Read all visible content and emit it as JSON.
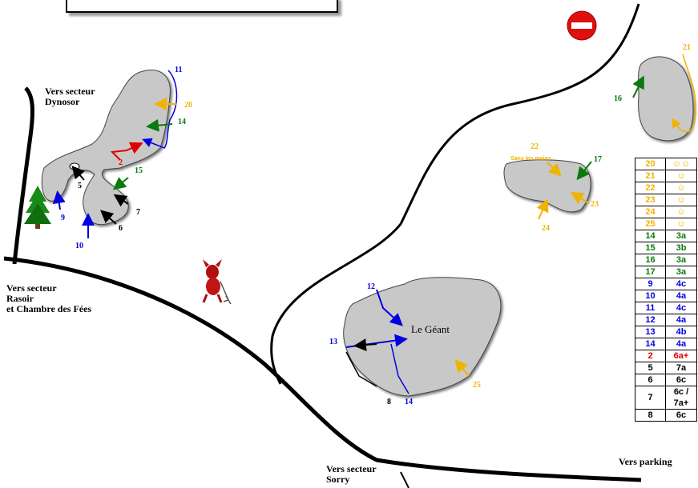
{
  "labels": {
    "dynosor": "Vers secteur\nDynosor",
    "rasoir": "Vers secteur\nRasoir\net Chambre des Fées",
    "sorry": "Vers secteur\nSorry",
    "parking": "Vers parking",
    "geant": "Le Géant",
    "sans_mains": "Sans les mains"
  },
  "route_numbers": {
    "n2": "2",
    "n5": "5",
    "n6": "6",
    "n7": "7",
    "n8": "8",
    "n9": "9",
    "n10": "10",
    "n11": "11",
    "n12": "12",
    "n13": "13",
    "n14a": "14",
    "n14b": "14",
    "n15": "15",
    "n16": "16",
    "n17": "17",
    "n20": "20",
    "n21": "21",
    "n22": "22",
    "n23": "23",
    "n24": "24",
    "n25": "25"
  },
  "colors": {
    "yellow": "#f0b400",
    "green": "#0a7a0a",
    "blue": "#0000e0",
    "red": "#e00000",
    "boulder": "#c8c8c8"
  },
  "icons": [
    "no-entry-icon",
    "pine-tree-icon",
    "devil-icon"
  ],
  "grades": [
    {
      "route": "20",
      "grade": "☺☺",
      "color": "yellow"
    },
    {
      "route": "21",
      "grade": "☺",
      "color": "yellow"
    },
    {
      "route": "22",
      "grade": "☺",
      "color": "yellow"
    },
    {
      "route": "23",
      "grade": "☺",
      "color": "yellow"
    },
    {
      "route": "24",
      "grade": "☺",
      "color": "yellow"
    },
    {
      "route": "25",
      "grade": "☺",
      "color": "yellow"
    },
    {
      "route": "14",
      "grade": "3a",
      "color": "green"
    },
    {
      "route": "15",
      "grade": "3b",
      "color": "green"
    },
    {
      "route": "16",
      "grade": "3a",
      "color": "green"
    },
    {
      "route": "17",
      "grade": "3a",
      "color": "green"
    },
    {
      "route": "9",
      "grade": "4c",
      "color": "blue"
    },
    {
      "route": "10",
      "grade": "4a",
      "color": "blue"
    },
    {
      "route": "11",
      "grade": "4c",
      "color": "blue"
    },
    {
      "route": "12",
      "grade": "4a",
      "color": "blue"
    },
    {
      "route": "13",
      "grade": "4b",
      "color": "blue"
    },
    {
      "route": "14",
      "grade": "4a",
      "color": "blue"
    },
    {
      "route": "2",
      "grade": "6a+",
      "color": "red"
    },
    {
      "route": "5",
      "grade": "7a",
      "color": "black"
    },
    {
      "route": "6",
      "grade": "6c",
      "color": "black"
    },
    {
      "route": "7",
      "grade": "6c / 7a+",
      "color": "black"
    },
    {
      "route": "8",
      "grade": "6c",
      "color": "black"
    }
  ]
}
